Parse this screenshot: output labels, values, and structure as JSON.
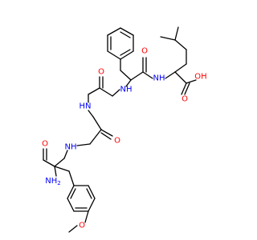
{
  "colors": {
    "carbon": "#000000",
    "oxygen": "#ff0000",
    "nitrogen": "#0000ff",
    "background": "#ffffff"
  },
  "labels": {
    "oh": "OH",
    "nh_top": "NH",
    "nh_mid": "NH",
    "nh_left_upper": "HN",
    "nh_left_lower": "NH",
    "nh2": "NH",
    "nh2_sub": "2",
    "o_top": "O",
    "o_acid": "O",
    "o_mid": "O",
    "o_lower": "O",
    "o_bottom": "O",
    "o_methoxy": "O"
  }
}
